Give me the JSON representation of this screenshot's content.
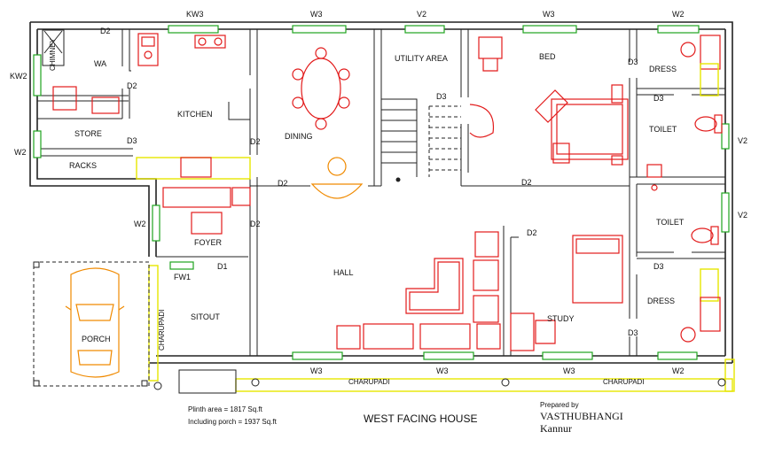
{
  "rooms": {
    "wa": "WA",
    "kitchen": "KITCHEN",
    "store": "STORE",
    "racks": "RACKS",
    "dining": "DINING",
    "utility": "UTILITY AREA",
    "bed": "BED",
    "dress_top": "DRESS",
    "toilet_top": "TOILET",
    "toilet_bottom": "TOILET",
    "dress_bottom": "DRESS",
    "foyer": "FOYER",
    "hall": "HALL",
    "study": "STUDY",
    "sitout": "SITOUT",
    "porch": "PORCH",
    "chimney": "CHIMNEY"
  },
  "windows": {
    "kw3": "KW3",
    "w3_top_dining": "W3",
    "v2_top": "V2",
    "w3_top_bed": "W3",
    "w2_top": "W2",
    "kw2": "KW2",
    "w2_left": "W2",
    "v2_right_1": "V2",
    "v2_right_2": "V2",
    "w2_foyer": "W2",
    "fw1": "FW1",
    "w3_bottom_1": "W3",
    "w3_bottom_2": "W3",
    "w3_bottom_3": "W3",
    "w2_bottom": "W2"
  },
  "doors": {
    "d2_wa": "D2",
    "d2_kitchen": "D2",
    "d3_store": "D3",
    "d2_dining_1": "D2",
    "d2_dining_2": "D2",
    "d2_foyer": "D2",
    "d1": "D1",
    "d3_utility": "D3",
    "d2_bed": "D2",
    "d3_dress_top": "D3",
    "d3_toilet_top": "D3",
    "d2_study": "D2",
    "d3_dress_bottom": "D3",
    "d3_study": "D3"
  },
  "charupadi": [
    "CHARUPADI",
    "CHARUPADI",
    "CHARUPADI"
  ],
  "footer": {
    "plinth": "Plinth area = 1817 Sq.ft",
    "porch": "Including porch = 1937 Sq.ft",
    "title": "WEST FACING HOUSE",
    "prepared_by": "Prepared by",
    "author": "VASTHUBHANGI",
    "place": "Kannur"
  },
  "colors": {
    "wall": "#222222",
    "furniture_red": "#e21b1b",
    "car_orange": "#f08a00",
    "charupadi_yellow": "#e6e600",
    "window_green": "#1fa31f"
  }
}
